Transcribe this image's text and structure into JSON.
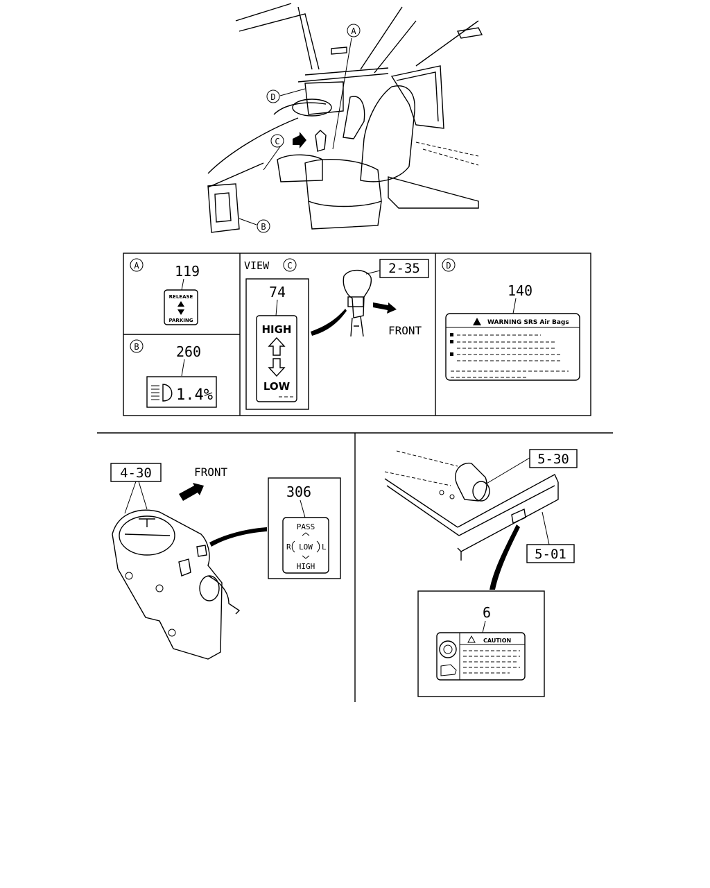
{
  "overview": {
    "callouts": {
      "a": "A",
      "b": "B",
      "c": "C",
      "d": "D"
    }
  },
  "panel_a": {
    "letter": "A",
    "part": "119",
    "label_top": "RELEASE",
    "label_bottom": "PARKING"
  },
  "panel_b": {
    "letter": "B",
    "part": "260",
    "value": "1.4%"
  },
  "panel_c": {
    "view_text": "VIEW",
    "letter": "C",
    "ref": "2-35",
    "part": "74",
    "label_high": "HIGH",
    "label_low": "LOW",
    "front": "FRONT"
  },
  "panel_d": {
    "letter": "D",
    "part": "140",
    "warning": "WARNING SRS Air Bags"
  },
  "combo_switch": {
    "ref": "4-30",
    "front": "FRONT",
    "part": "306",
    "pass": "PASS",
    "r": "R",
    "low": "LOW",
    "l": "L",
    "high": "HIGH"
  },
  "frame": {
    "ref_top": "5-30",
    "ref_bottom": "5-01",
    "part": "6",
    "caution": "CAUTION"
  }
}
